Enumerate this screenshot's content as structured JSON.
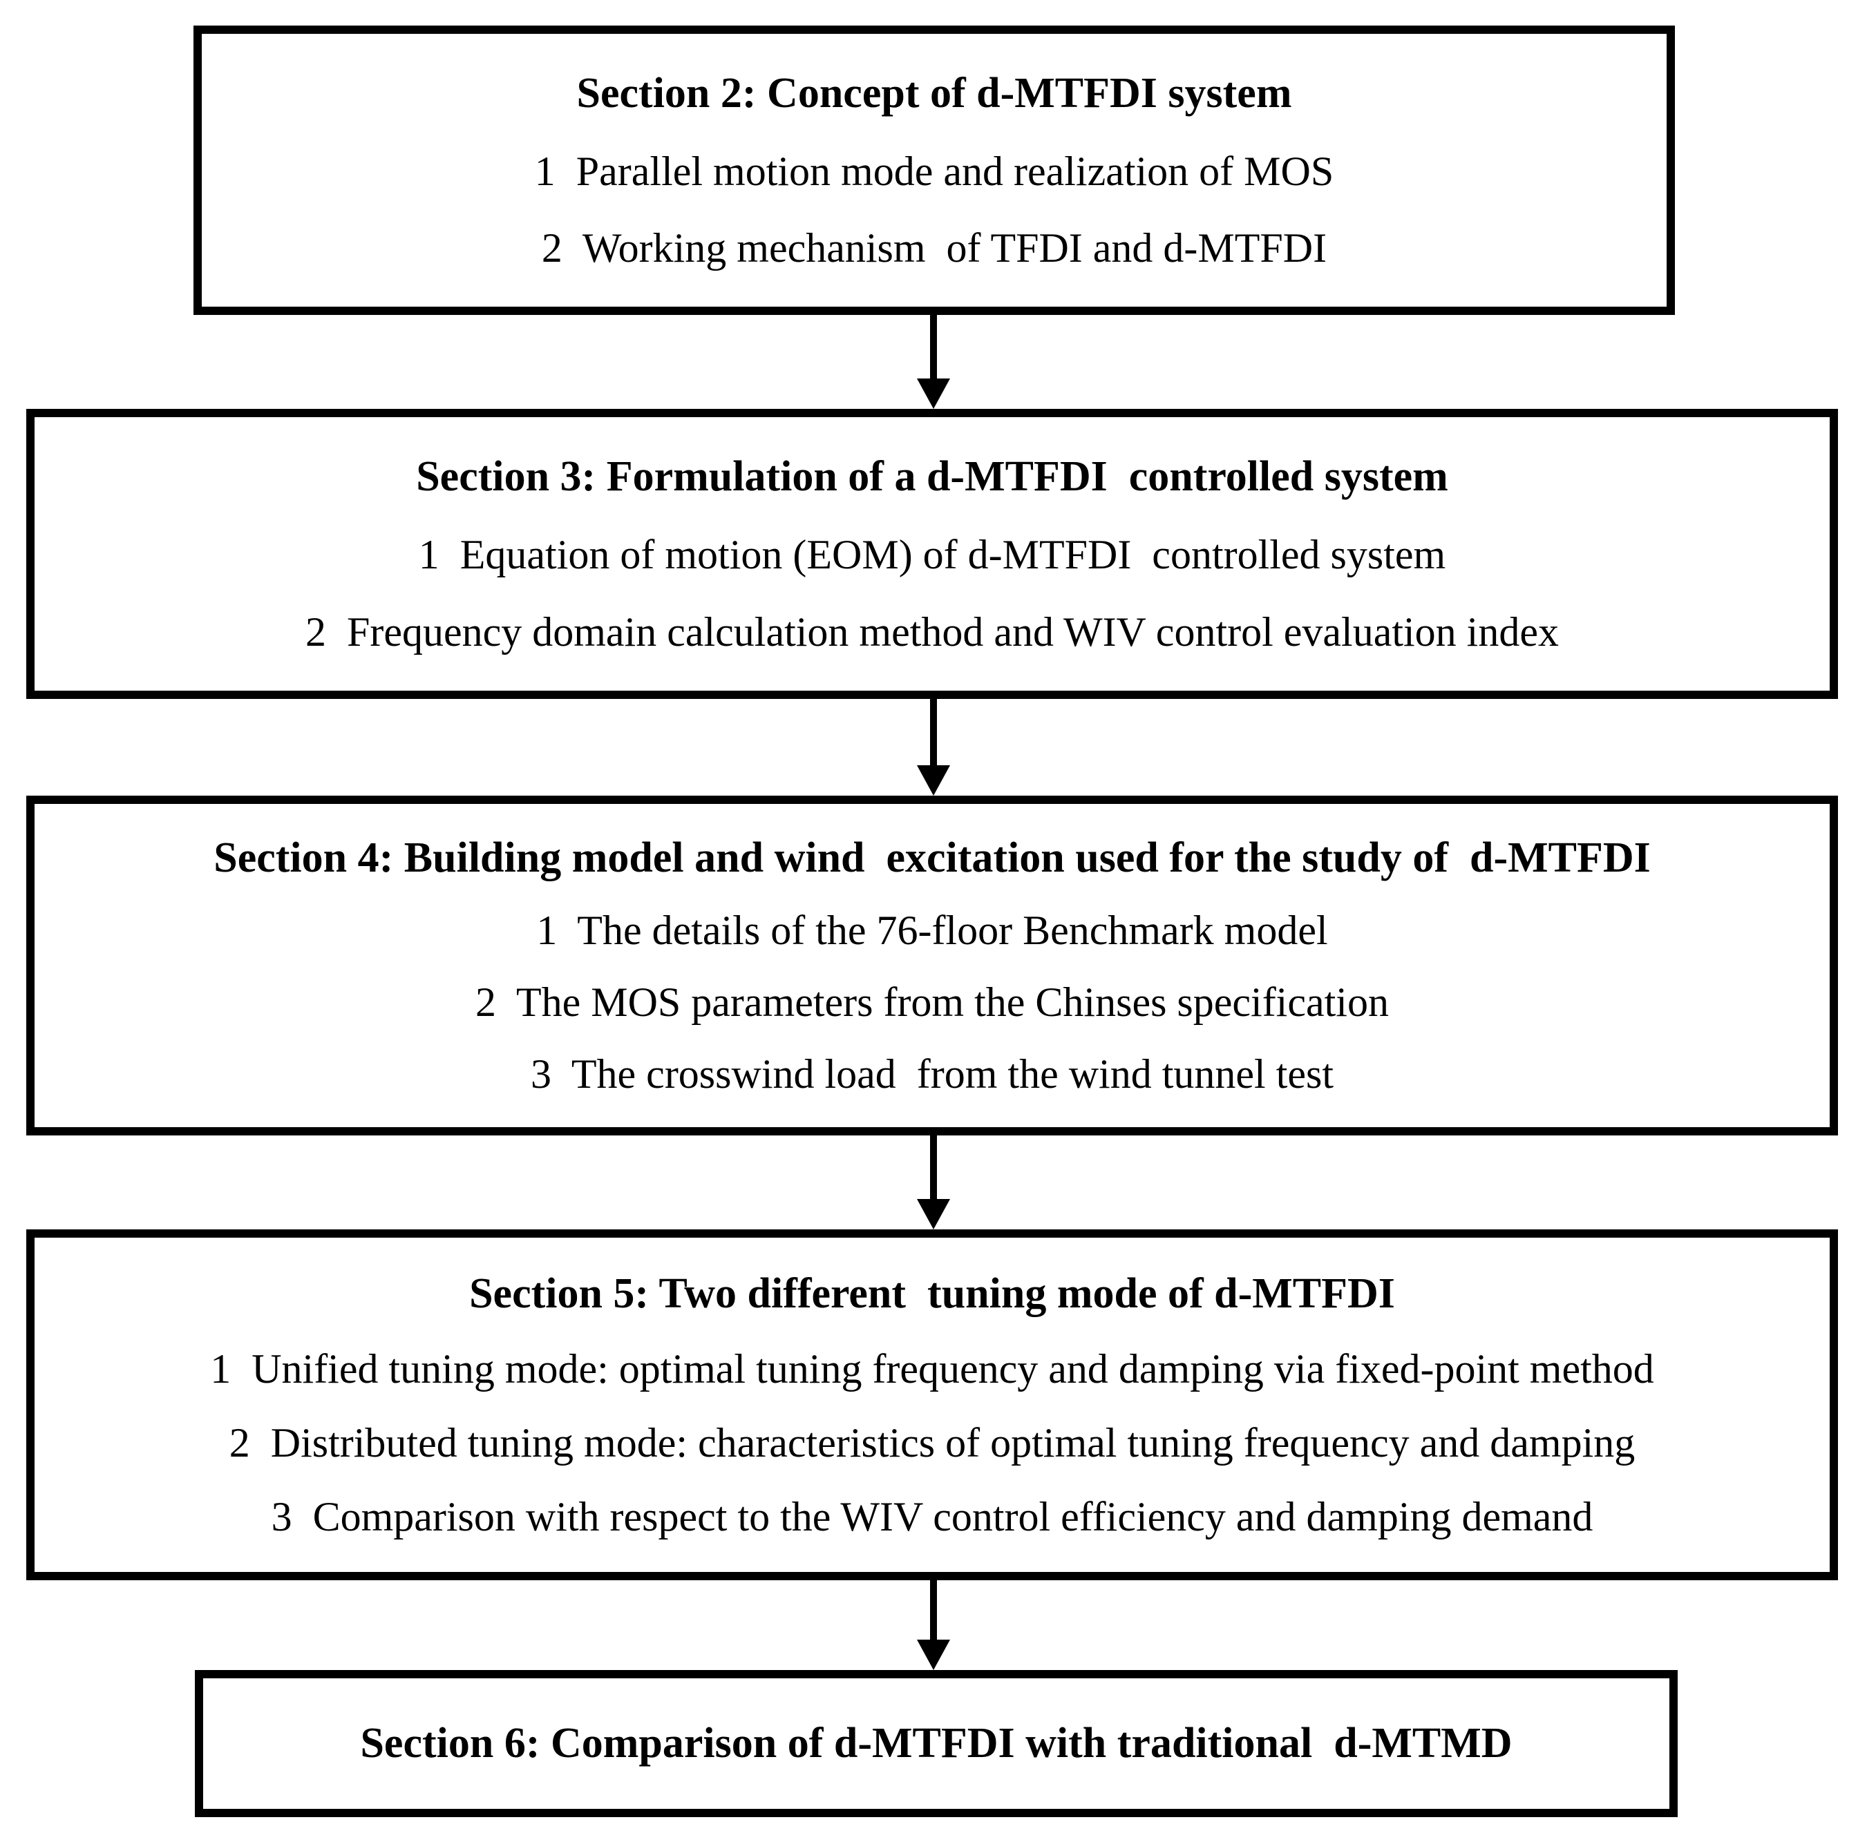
{
  "flowchart": {
    "description": "Paper outline flowchart of d-MTFDI study sections",
    "colors": {
      "background": "#ffffff",
      "line": "#000000",
      "text": "#000000"
    },
    "connector_icon": "down-arrow",
    "boxes": [
      {
        "title": "Section 2: Concept of d-MTFDI system",
        "items": [
          "1  Parallel motion mode and realization of MOS",
          "2  Working mechanism  of TFDI and d-MTFDI"
        ]
      },
      {
        "title": "Section 3: Formulation of a d-MTFDI  controlled system",
        "items": [
          "1  Equation of motion (EOM) of d-MTFDI  controlled system",
          "2  Frequency domain calculation method and WIV control evaluation index"
        ]
      },
      {
        "title": "Section 4: Building model and wind  excitation used for the study of  d-MTFDI",
        "items": [
          "1  The details of the 76-floor Benchmark model",
          "2  The MOS parameters from the Chinses specification",
          "3  The crosswind load  from the wind tunnel test"
        ]
      },
      {
        "title": "Section 5: Two different  tuning mode of d-MTFDI",
        "items": [
          "1  Unified tuning mode: optimal tuning frequency and damping via fixed-point method",
          "2  Distributed tuning mode: characteristics of optimal tuning frequency and damping",
          "3  Comparison with respect to the WIV control efficiency and damping demand"
        ]
      },
      {
        "title": "Section 6: Comparison of d-MTFDI with traditional  d-MTMD",
        "items": []
      }
    ]
  }
}
